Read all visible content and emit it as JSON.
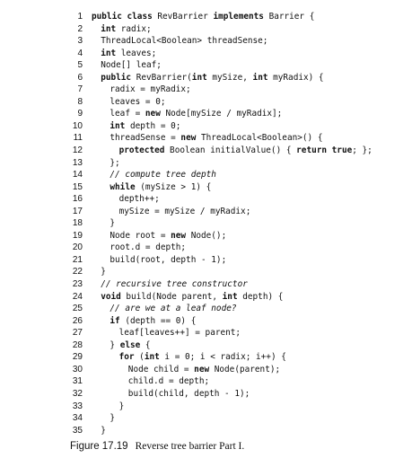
{
  "caption": {
    "label": "Figure 17.19",
    "text": "Reverse tree barrier Part I."
  },
  "code": [
    {
      "n": "1",
      "indent": 0,
      "tokens": [
        [
          "k",
          "public class"
        ],
        [
          "t",
          " RevBarrier "
        ],
        [
          "k",
          "implements"
        ],
        [
          "t",
          " Barrier {"
        ]
      ]
    },
    {
      "n": "2",
      "indent": 1,
      "tokens": [
        [
          "k",
          "int"
        ],
        [
          "t",
          " radix;"
        ]
      ]
    },
    {
      "n": "3",
      "indent": 1,
      "tokens": [
        [
          "t",
          "ThreadLocal<Boolean> threadSense;"
        ]
      ]
    },
    {
      "n": "4",
      "indent": 1,
      "tokens": [
        [
          "k",
          "int"
        ],
        [
          "t",
          " leaves;"
        ]
      ]
    },
    {
      "n": "5",
      "indent": 1,
      "tokens": [
        [
          "t",
          "Node[] leaf;"
        ]
      ]
    },
    {
      "n": "6",
      "indent": 1,
      "tokens": [
        [
          "k",
          "public"
        ],
        [
          "t",
          " RevBarrier("
        ],
        [
          "k",
          "int"
        ],
        [
          "t",
          " mySize, "
        ],
        [
          "k",
          "int"
        ],
        [
          "t",
          " myRadix) {"
        ]
      ]
    },
    {
      "n": "7",
      "indent": 2,
      "tokens": [
        [
          "t",
          "radix = myRadix;"
        ]
      ]
    },
    {
      "n": "8",
      "indent": 2,
      "tokens": [
        [
          "t",
          "leaves = 0;"
        ]
      ]
    },
    {
      "n": "9",
      "indent": 2,
      "tokens": [
        [
          "t",
          "leaf = "
        ],
        [
          "k",
          "new"
        ],
        [
          "t",
          " Node[mySize / myRadix];"
        ]
      ]
    },
    {
      "n": "10",
      "indent": 2,
      "tokens": [
        [
          "k",
          "int"
        ],
        [
          "t",
          " depth = 0;"
        ]
      ]
    },
    {
      "n": "11",
      "indent": 2,
      "tokens": [
        [
          "t",
          "threadSense = "
        ],
        [
          "k",
          "new"
        ],
        [
          "t",
          " ThreadLocal<Boolean>() {"
        ]
      ]
    },
    {
      "n": "12",
      "indent": 3,
      "tokens": [
        [
          "k",
          "protected"
        ],
        [
          "t",
          " Boolean initialValue() { "
        ],
        [
          "k",
          "return true"
        ],
        [
          "t",
          "; };"
        ]
      ]
    },
    {
      "n": "13",
      "indent": 2,
      "tokens": [
        [
          "t",
          "};"
        ]
      ]
    },
    {
      "n": "14",
      "indent": 2,
      "tokens": [
        [
          "c",
          "// compute tree depth"
        ]
      ]
    },
    {
      "n": "15",
      "indent": 2,
      "tokens": [
        [
          "k",
          "while"
        ],
        [
          "t",
          " (mySize > 1) {"
        ]
      ]
    },
    {
      "n": "16",
      "indent": 3,
      "tokens": [
        [
          "t",
          "depth++;"
        ]
      ]
    },
    {
      "n": "17",
      "indent": 3,
      "tokens": [
        [
          "t",
          "mySize = mySize / myRadix;"
        ]
      ]
    },
    {
      "n": "18",
      "indent": 2,
      "tokens": [
        [
          "t",
          "}"
        ]
      ]
    },
    {
      "n": "19",
      "indent": 2,
      "tokens": [
        [
          "t",
          "Node root = "
        ],
        [
          "k",
          "new"
        ],
        [
          "t",
          " Node();"
        ]
      ]
    },
    {
      "n": "20",
      "indent": 2,
      "tokens": [
        [
          "t",
          "root.d = depth;"
        ]
      ]
    },
    {
      "n": "21",
      "indent": 2,
      "tokens": [
        [
          "t",
          "build(root, depth - 1);"
        ]
      ]
    },
    {
      "n": "22",
      "indent": 1,
      "tokens": [
        [
          "t",
          "}"
        ]
      ]
    },
    {
      "n": "23",
      "indent": 1,
      "tokens": [
        [
          "c",
          "// recursive tree constructor"
        ]
      ]
    },
    {
      "n": "24",
      "indent": 1,
      "tokens": [
        [
          "k",
          "void"
        ],
        [
          "t",
          " build(Node parent, "
        ],
        [
          "k",
          "int"
        ],
        [
          "t",
          " depth) {"
        ]
      ]
    },
    {
      "n": "25",
      "indent": 2,
      "tokens": [
        [
          "c",
          "// are we at a leaf node?"
        ]
      ]
    },
    {
      "n": "26",
      "indent": 2,
      "tokens": [
        [
          "k",
          "if"
        ],
        [
          "t",
          " (depth == 0) {"
        ]
      ]
    },
    {
      "n": "27",
      "indent": 3,
      "tokens": [
        [
          "t",
          "leaf[leaves++] = parent;"
        ]
      ]
    },
    {
      "n": "28",
      "indent": 2,
      "tokens": [
        [
          "t",
          "} "
        ],
        [
          "k",
          "else"
        ],
        [
          "t",
          " {"
        ]
      ]
    },
    {
      "n": "29",
      "indent": 3,
      "tokens": [
        [
          "k",
          "for"
        ],
        [
          "t",
          " ("
        ],
        [
          "k",
          "int"
        ],
        [
          "t",
          " i = 0; i < radix; i++) {"
        ]
      ]
    },
    {
      "n": "30",
      "indent": 4,
      "tokens": [
        [
          "t",
          "Node child = "
        ],
        [
          "k",
          "new"
        ],
        [
          "t",
          " Node(parent);"
        ]
      ]
    },
    {
      "n": "31",
      "indent": 4,
      "tokens": [
        [
          "t",
          "child.d = depth;"
        ]
      ]
    },
    {
      "n": "32",
      "indent": 4,
      "tokens": [
        [
          "t",
          "build(child, depth - 1);"
        ]
      ]
    },
    {
      "n": "33",
      "indent": 3,
      "tokens": [
        [
          "t",
          "}"
        ]
      ]
    },
    {
      "n": "34",
      "indent": 2,
      "tokens": [
        [
          "t",
          "}"
        ]
      ]
    },
    {
      "n": "35",
      "indent": 1,
      "tokens": [
        [
          "t",
          "}"
        ]
      ]
    }
  ]
}
